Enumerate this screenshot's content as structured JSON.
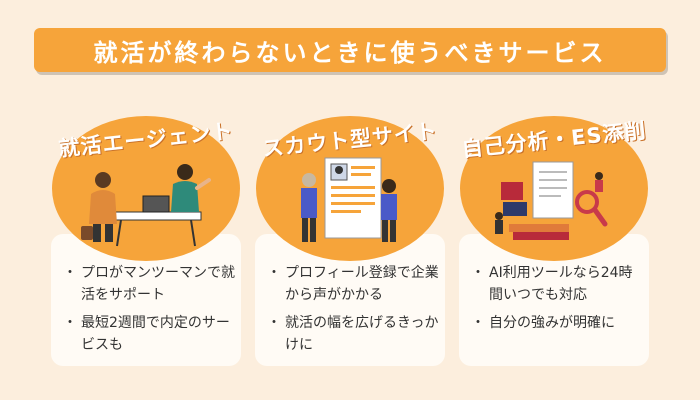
{
  "title": "就活が終わらないときに使うべきサービス",
  "cards": [
    {
      "heading": "就活エージェント",
      "bullets": [
        "プロがマンツーマンで就活をサポート",
        "最短2週間で内定のサービスも"
      ]
    },
    {
      "heading": "スカウト型サイト",
      "bullets": [
        "プロフィール登録で企業から声がかかる",
        "就活の幅を広げるきっかけに"
      ]
    },
    {
      "heading": "自己分析・ES添削",
      "bullets": [
        "AI利用ツールなら24時間いつでも対応",
        "自分の強みが明確に"
      ]
    }
  ],
  "colors": {
    "background": "#FCEEDD",
    "accent": "#F6A43A",
    "card": "#FFFBF5",
    "text": "#333333"
  }
}
